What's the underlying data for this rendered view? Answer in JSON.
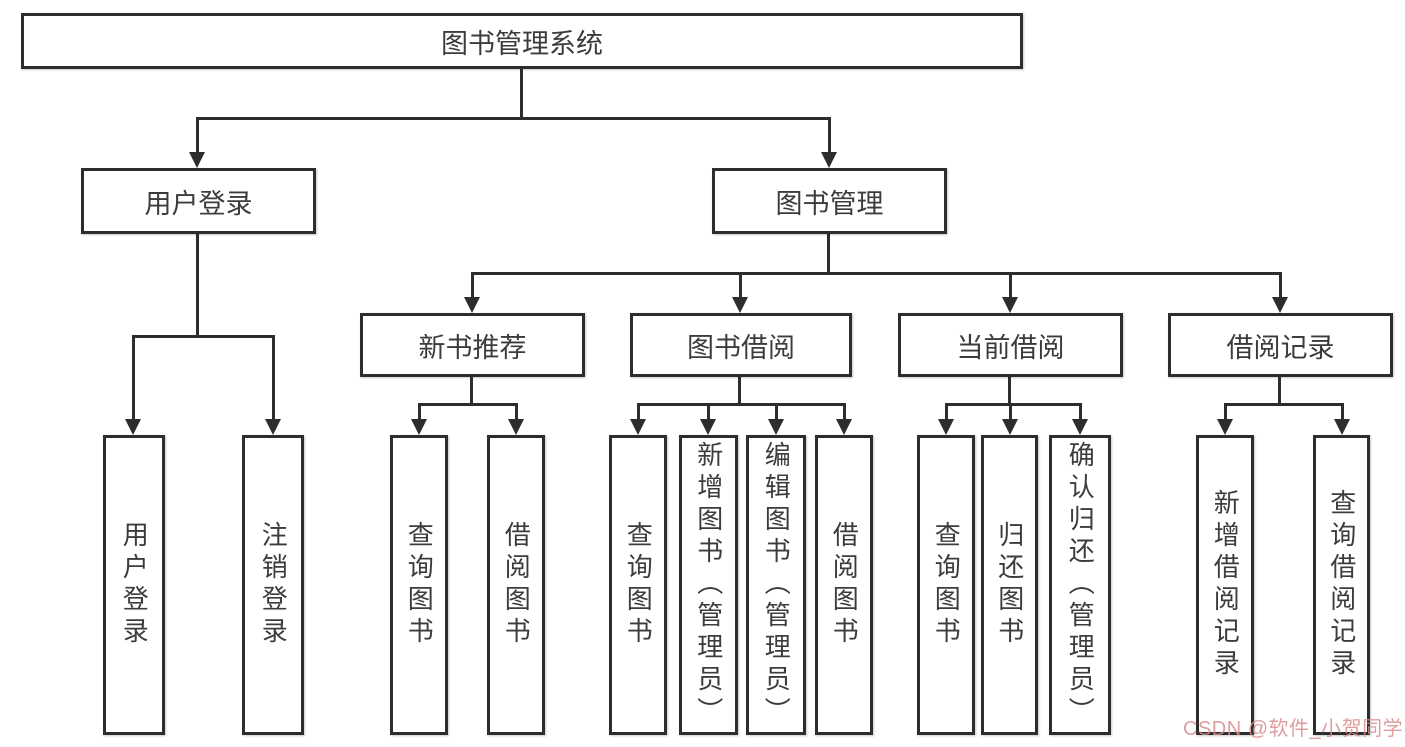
{
  "tree": {
    "label": "图书管理系统",
    "children": [
      {
        "label": "用户登录",
        "children": [
          {
            "label": "用户登录"
          },
          {
            "label": "注销登录"
          }
        ]
      },
      {
        "label": "图书管理",
        "children": [
          {
            "label": "新书推荐",
            "children": [
              {
                "label": "查询图书"
              },
              {
                "label": "借阅图书"
              }
            ]
          },
          {
            "label": "图书借阅",
            "children": [
              {
                "label": "查询图书"
              },
              {
                "label": "新增图书（管理员）"
              },
              {
                "label": "编辑图书（管理员）"
              },
              {
                "label": "借阅图书"
              }
            ]
          },
          {
            "label": "当前借阅",
            "children": [
              {
                "label": "查询图书"
              },
              {
                "label": "归还图书"
              },
              {
                "label": "确认归还（管理员）"
              }
            ]
          },
          {
            "label": "借阅记录",
            "children": [
              {
                "label": "新增借阅记录"
              },
              {
                "label": "查询借阅记录"
              }
            ]
          }
        ]
      }
    ]
  },
  "watermark": {
    "text": "CSDN @软件_小贺同学",
    "color": "#d98e8e"
  },
  "colors": {
    "line": "#2d2d2d",
    "box_border": "#2d2d2d",
    "text": "#3c3c3c",
    "background": "#ffffff"
  }
}
